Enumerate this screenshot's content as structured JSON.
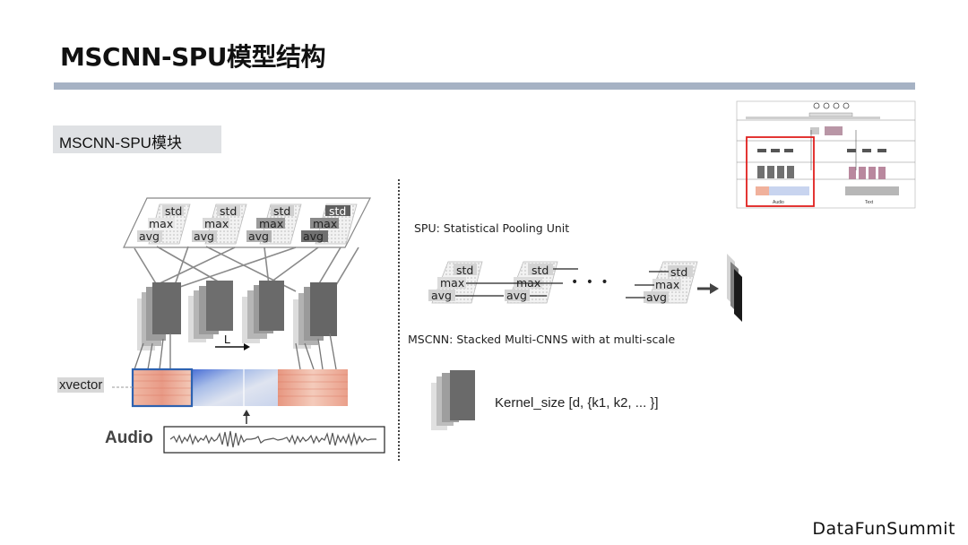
{
  "slide": {
    "title": "MSCNN-SPU模型结构",
    "section_label": "MSCNN-SPU模块",
    "brand": "DataFunSummit"
  },
  "left_diagram": {
    "pool_labels": [
      "std",
      "max",
      "avg"
    ],
    "length_label": "L",
    "xvector_label": "xvector",
    "audio_label": "Audio"
  },
  "right_diagram": {
    "spu_caption": "SPU: Statistical Pooling Unit",
    "mscnn_caption": "MSCNN: Stacked Multi-CNNS with at multi-scale",
    "kernel_caption": "Kernel_size [d, {k1, k2, ... }]",
    "pool_labels": [
      "std",
      "max",
      "avg"
    ],
    "ellipsis": "•   •   •"
  },
  "thumbnail": {
    "audio_tag": "Audio",
    "text_tag": "Text"
  },
  "colors": {
    "title_bar": "#a6b2c4",
    "section_bg": "#dfe1e4",
    "highlight_box": "#2d62b0",
    "thumb_highlight": "#e0201e"
  }
}
